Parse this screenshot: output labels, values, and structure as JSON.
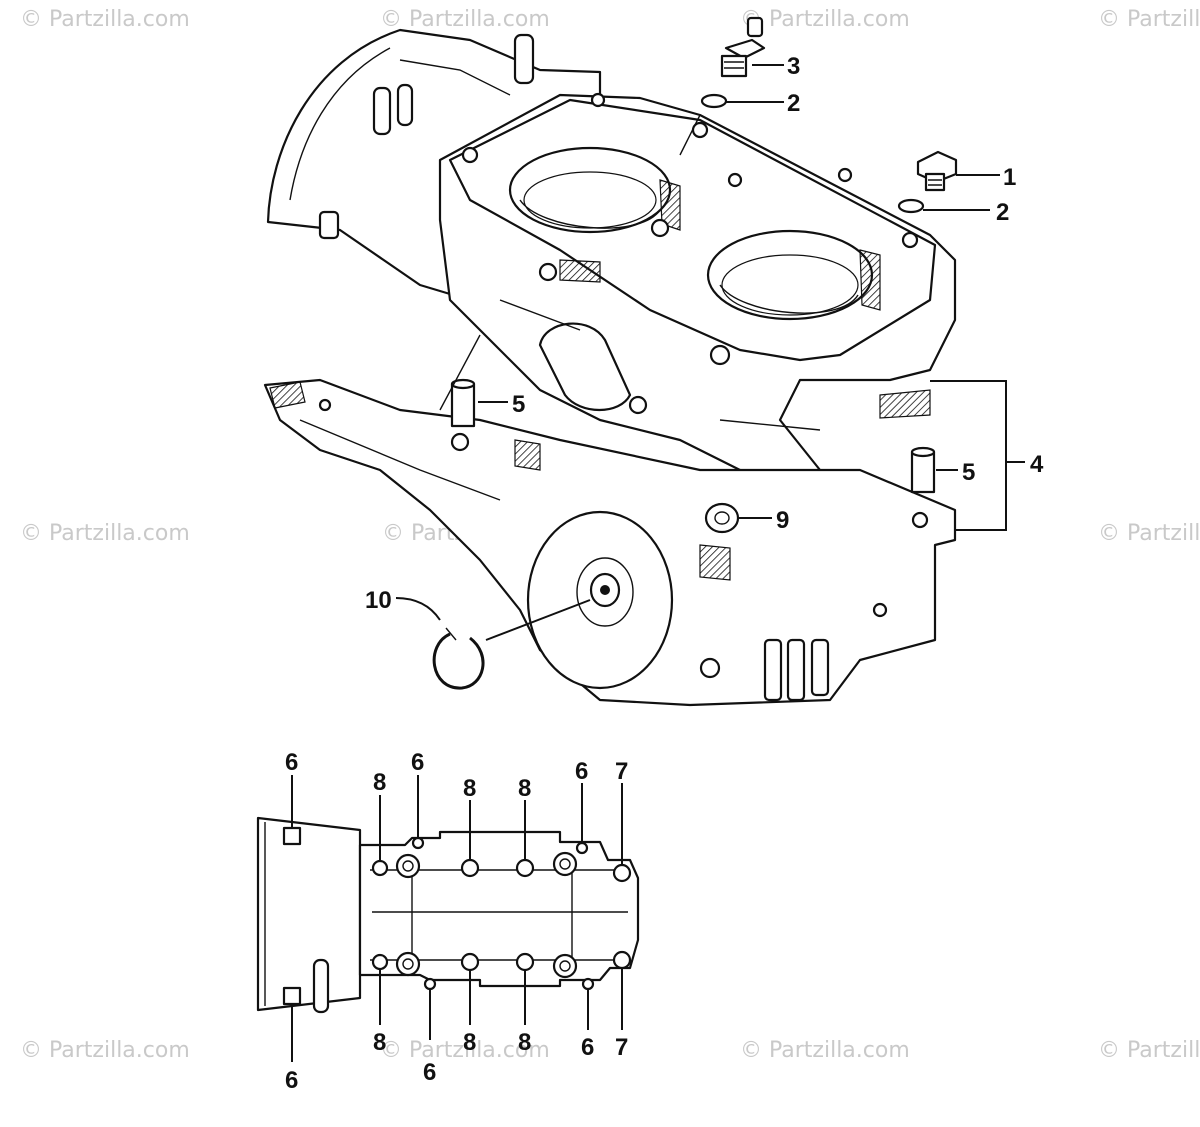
{
  "watermark": "© Partzilla.com",
  "callouts": {
    "c1": "1",
    "c2a": "2",
    "c2b": "2",
    "c3": "3",
    "c4": "4",
    "c5a": "5",
    "c5b": "5",
    "c9": "9",
    "c10": "10"
  },
  "bolt_pattern": {
    "top_labels": [
      "6",
      "8",
      "6",
      "8",
      "8",
      "6",
      "7"
    ],
    "bottom_labels": [
      "8",
      "6",
      "8",
      "8",
      "6",
      "7"
    ],
    "corner_top": "6",
    "corner_bottom": "6"
  }
}
